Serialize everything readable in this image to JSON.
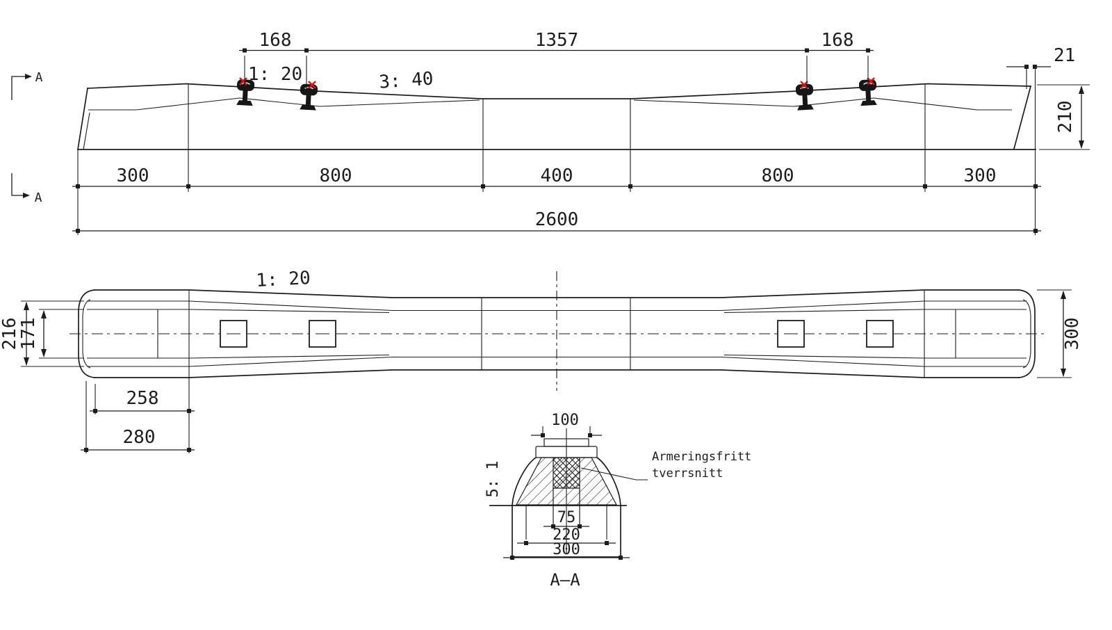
{
  "drawing": {
    "colors": {
      "line": "#1c1c1c",
      "red": "#e01212",
      "background": "#ffffff"
    },
    "elevation": {
      "section_label_top": "A",
      "section_label_bottom": "A",
      "dim_gauge_left": "168",
      "dim_gauge_span": "1357",
      "dim_gauge_right": "168",
      "slope_seat": "1: 20",
      "slope_top": "3: 40",
      "dim_chamfer": "21",
      "dim_height": "210",
      "segments": [
        "300",
        "800",
        "400",
        "800",
        "300"
      ],
      "dim_overall": "2600"
    },
    "plan": {
      "slope_taper": "1: 20",
      "dim_width_outer": "216",
      "dim_width_inner": "171",
      "dim_block": "258",
      "dim_block_outer": "280",
      "dim_width_end": "300"
    },
    "section": {
      "dim_top": "100",
      "slope_side": "5: 1",
      "dim_core": "75",
      "dim_mid": "220",
      "dim_base": "300",
      "caption": "A–A",
      "note_line1": "Armeringsfritt",
      "note_line2": "tverrsnitt"
    }
  }
}
